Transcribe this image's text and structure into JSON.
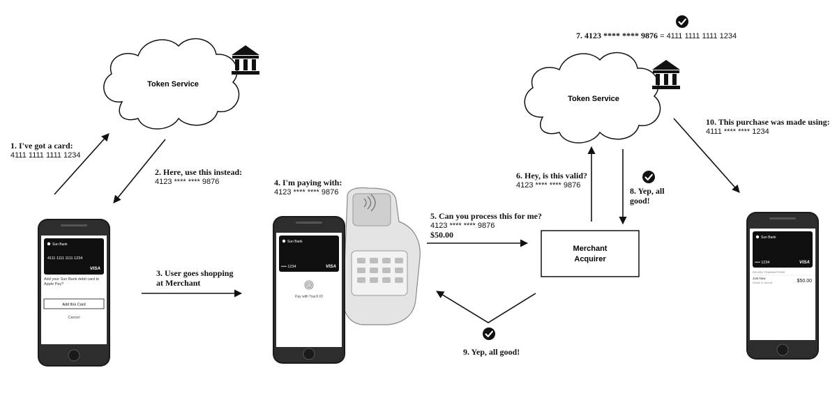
{
  "clouds": {
    "left": {
      "label": "Token Service"
    },
    "right": {
      "label": "Token Service"
    }
  },
  "merchant_acquirer": {
    "line1": "Merchant",
    "line2": "Acquirer"
  },
  "steps": {
    "s1": {
      "title": "1. I've got a card:",
      "detail": "4111 1111 1111 1234"
    },
    "s2": {
      "title": "2. Here, use this instead:",
      "detail": "4123 **** **** 9876"
    },
    "s3": {
      "line1": "3. User goes shopping",
      "line2": "at Merchant"
    },
    "s4": {
      "title": "4. I'm paying with:",
      "detail": "4123 **** **** 9876"
    },
    "s5": {
      "title": "5. Can you process this for me?",
      "detail": "4123 **** **** 9876",
      "amount": "$50.00"
    },
    "s6": {
      "title": "6. Hey, is this valid?",
      "detail": "4123 **** **** 9876"
    },
    "s7": {
      "title": "7. 4123 **** **** 9876",
      "equals": "=",
      "value": "4111 1111 1111 1234"
    },
    "s8": {
      "line1": "8. Yep, all",
      "line2": "good!"
    },
    "s9": {
      "title": "9. Yep, all good!"
    },
    "s10": {
      "title": "10. This purchase was made using:",
      "detail": "4111 **** **** 1234"
    }
  },
  "phone1": {
    "bank": "Sun Bank",
    "card_number": "4111 1111 1111 1234",
    "network": "VISA",
    "prompt": "Add your Sun Bank debit card to Apple Pay?",
    "add_button": "Add this Card",
    "cancel": "Cancel"
  },
  "phone2": {
    "bank": "Sun Bank",
    "card_last4": "•••• 1234",
    "network": "VISA",
    "touch_id": "Pay with Touch ID"
  },
  "phone3": {
    "bank": "Sun Bank",
    "card_last4": "•••• 1234",
    "network": "VISA",
    "section": "RECENT TRANSACTIONS",
    "tx_time": "Just Now",
    "tx_merchant": "Whole & Cannoli",
    "tx_amount": "$50.00"
  }
}
